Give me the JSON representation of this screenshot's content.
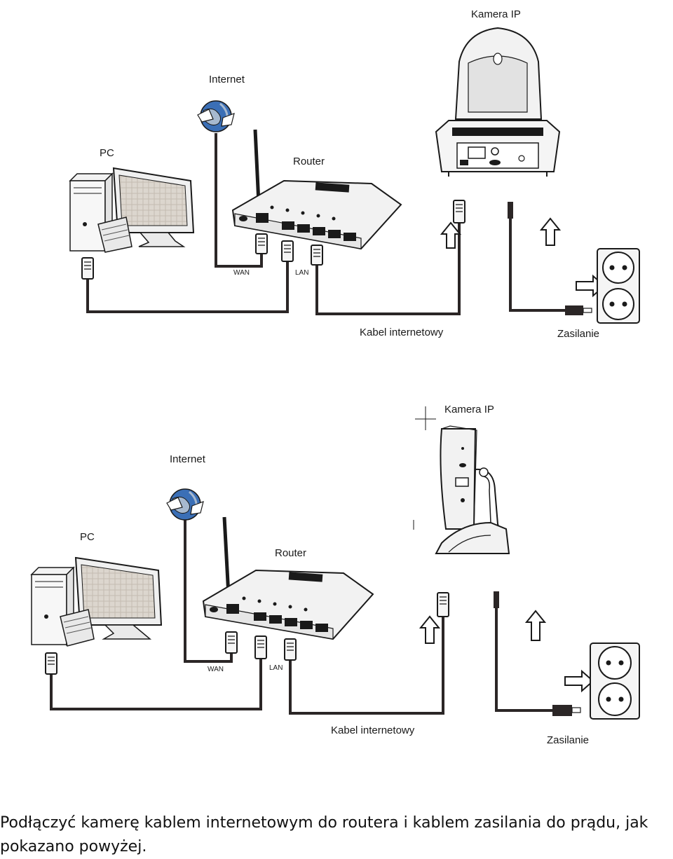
{
  "diagrams": [
    {
      "labels": {
        "camera": "Kamera IP",
        "internet": "Internet",
        "pc": "PC",
        "router": "Router",
        "wan": "WAN",
        "lan": "LAN",
        "ethernet_cable": "Kabel internetowy",
        "power": "Zasilanie"
      },
      "camera_style": "pan-tilt"
    },
    {
      "labels": {
        "camera": "Kamera IP",
        "internet": "Internet",
        "pc": "PC",
        "router": "Router",
        "wan": "WAN",
        "lan": "LAN",
        "ethernet_cable": "Kabel internetowy",
        "power": "Zasilanie"
      },
      "camera_style": "wall-mount"
    }
  ],
  "caption": "Podłączyć kamerę kablem internetowym do routera i kablem zasilania do prądu, jak pokazano powyżej.",
  "colors": {
    "line": "#1a1a1a",
    "cable": "#2b2626",
    "globe": "#3b6fb6",
    "monitor_screen": "#d8d2ca"
  },
  "icons": [
    "globe-icon",
    "computer-icon",
    "router-icon",
    "ip-camera-icon",
    "rj45-plug-icon",
    "power-plug-icon",
    "wall-socket-icon",
    "up-arrow-icon",
    "right-arrow-icon"
  ]
}
